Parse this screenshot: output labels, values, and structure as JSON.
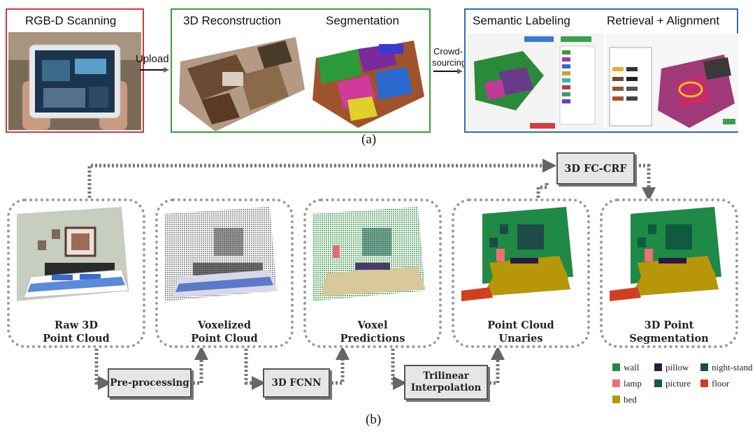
{
  "panel_a": {
    "scan": {
      "title": "RGB-D Scanning",
      "border": "#d8363a"
    },
    "upload_label": "Upload",
    "recon": {
      "title1": "3D Reconstruction",
      "title2": "Segmentation",
      "border": "#3a9a3a"
    },
    "crowd_label_1": "Crowd-",
    "crowd_label_2": "sourcing",
    "label": {
      "title1": "Semantic Labeling",
      "title2": "Retrieval + Alignment",
      "border": "#2f6db3"
    },
    "caption": "(a)"
  },
  "panel_b": {
    "caption": "(b)",
    "crf_label": "3D FC-CRF",
    "nodes": [
      {
        "line1": "Raw 3D",
        "line2": "Point Cloud"
      },
      {
        "line1": "Voxelized",
        "line2": "Point Cloud"
      },
      {
        "line1": "Voxel",
        "line2": "Predictions"
      },
      {
        "line1": "Point Cloud",
        "line2": "Unaries"
      },
      {
        "line1": "3D Point",
        "line2": "Segmentation"
      }
    ],
    "processes": [
      {
        "line1": "Pre-processing",
        "line2": ""
      },
      {
        "line1": "3D FCNN",
        "line2": ""
      },
      {
        "line1": "Trilinear",
        "line2": "Interpolation"
      }
    ],
    "legend": [
      {
        "label": "wall",
        "color": "#1e8a46"
      },
      {
        "label": "pillow",
        "color": "#2a1a3e"
      },
      {
        "label": "night-stand",
        "color": "#1e4a4a"
      },
      {
        "label": "lamp",
        "color": "#f07070"
      },
      {
        "label": "picture",
        "color": "#0f5a40"
      },
      {
        "label": "floor",
        "color": "#d04020"
      },
      {
        "label": "bed",
        "color": "#b8960a"
      }
    ]
  }
}
